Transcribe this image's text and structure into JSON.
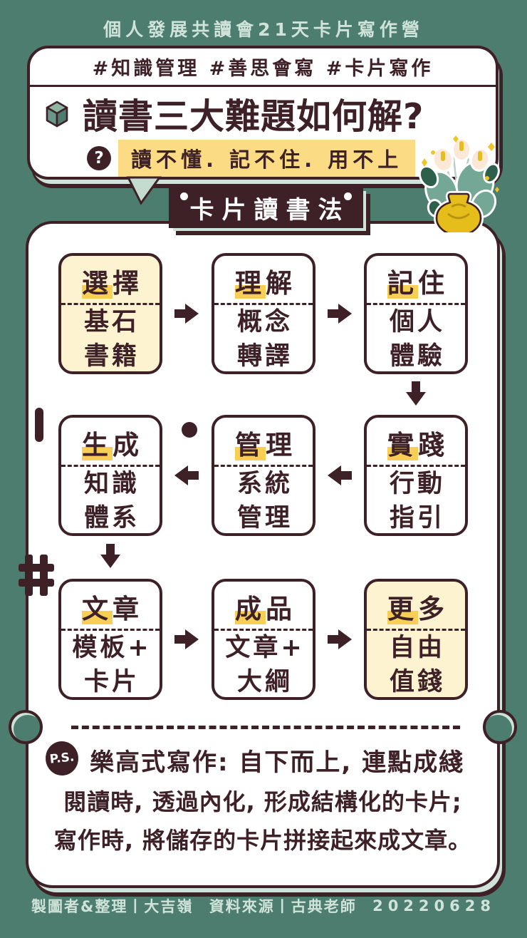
{
  "colors": {
    "background_teal": "#4d7d6f",
    "ink_maroon": "#3d2127",
    "mint": "#cfe3da",
    "pale_yellow_fill": "#fdf3d1",
    "highlight_strip_yellow": "#fbdb84",
    "marker_yellow": "#f7cf57",
    "vase_yellow": "#e5be1b"
  },
  "header": {
    "event": "個人發展共讀會21天卡片寫作營"
  },
  "bubble": {
    "hashtags": "#知識管理 #善思會寫 #卡片寫作",
    "title": "讀書三大難題如何解?",
    "question_mark": "?",
    "problems": "讀不懂. 記不住. 用不上"
  },
  "banner": {
    "label": "卡片讀書法"
  },
  "flow": {
    "boxes": [
      {
        "id": "select-books",
        "col": 0,
        "row": 0,
        "head": "選擇",
        "lines": [
          "基石",
          "書籍"
        ],
        "fill": true
      },
      {
        "id": "understand-concepts",
        "col": 1,
        "row": 0,
        "head": "理解",
        "lines": [
          "概念",
          "轉譯"
        ],
        "fill": false
      },
      {
        "id": "remember-experience",
        "col": 2,
        "row": 0,
        "head": "記住",
        "lines": [
          "個人",
          "體驗"
        ],
        "fill": false
      },
      {
        "id": "generate-knowledge",
        "col": 0,
        "row": 1,
        "head": "生成",
        "lines": [
          "知識",
          "體系"
        ],
        "fill": false
      },
      {
        "id": "manage-system",
        "col": 1,
        "row": 1,
        "head": "管理",
        "lines": [
          "系統",
          "管理"
        ],
        "fill": false
      },
      {
        "id": "practice-action",
        "col": 2,
        "row": 1,
        "head": "實踐",
        "lines": [
          "行動",
          "指引"
        ],
        "fill": false
      },
      {
        "id": "article-template",
        "col": 0,
        "row": 2,
        "head": "文章",
        "lines": [
          "模板+",
          "卡片"
        ],
        "fill": false
      },
      {
        "id": "finished-article",
        "col": 1,
        "row": 2,
        "head": "成品",
        "lines": [
          "文章+",
          "大綱"
        ],
        "fill": false
      },
      {
        "id": "more-freedom",
        "col": 2,
        "row": 2,
        "head": "更多",
        "lines": [
          "自由",
          "值錢"
        ],
        "fill": true
      }
    ]
  },
  "ps": {
    "badge": "P.S.",
    "headline": "樂高式寫作: 自下而上, 連點成綫",
    "line1": "閱讀時, 透過內化, 形成結構化的卡片;",
    "line2": "寫作時, 將儲存的卡片拼接起來成文章。"
  },
  "footer": {
    "credit": "製圖者&整理丨大吉嶺",
    "source": "資料來源丨古典老師",
    "date": "20220628"
  }
}
